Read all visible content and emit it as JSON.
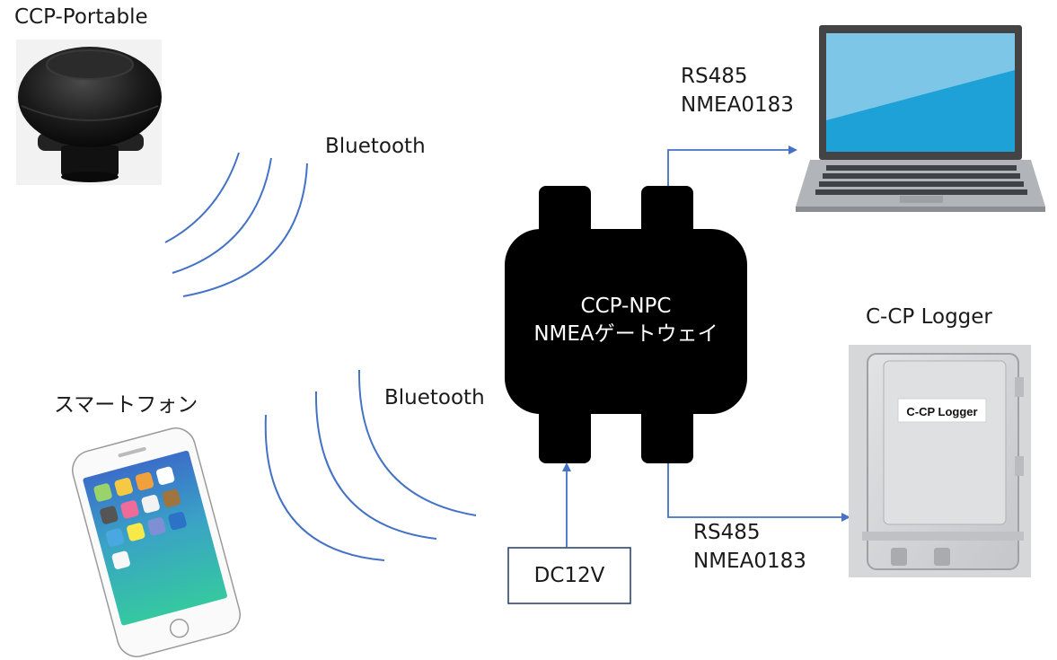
{
  "labels": {
    "ccp_portable": "CCP-Portable",
    "bluetooth_top": "Bluetooth",
    "bluetooth_bottom": "Bluetooth",
    "smartphone": "スマートフォン",
    "gateway_line1": "CCP-NPC",
    "gateway_line2": "NMEAゲートウェイ",
    "laptop_link_line1": "RS485",
    "laptop_link_line2": "NMEA0183",
    "logger_link_line1": "RS485",
    "logger_link_line2": "NMEA0183",
    "logger_title": "C-CP Logger",
    "logger_sticker": "C-CP Logger",
    "power_box": "DC12V"
  },
  "colors": {
    "line_blue": "#4472c4",
    "box_navy": "#1f3864",
    "gateway_black": "#000000",
    "laptop_screen": "#1da1d6",
    "laptop_body": "#aeb3b8"
  },
  "icons": {
    "portable_device": "ccp-portable-device-image",
    "smartphone": "smartphone-image",
    "laptop": "laptop-image",
    "logger": "logger-box-image"
  }
}
